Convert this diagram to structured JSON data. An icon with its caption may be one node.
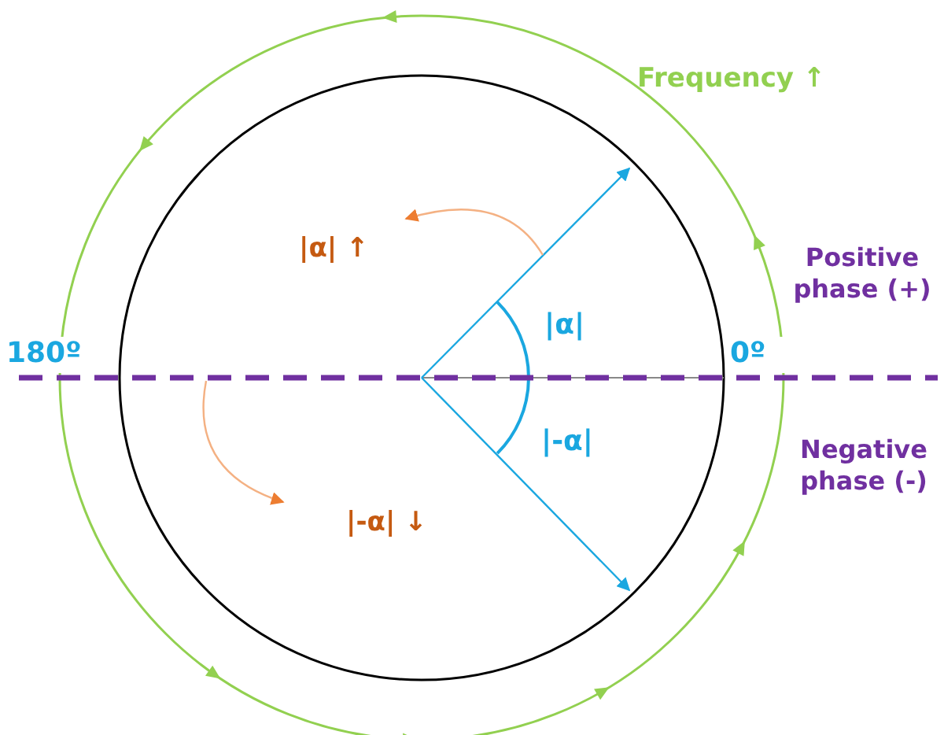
{
  "diagram": {
    "labels": [
      "Frequency ↑",
      "|α| ↑",
      "Positive phase (+)",
      "180º",
      "|α|",
      "0º",
      "|-α|",
      "Negative phase (-)",
      "|-α| ↓"
    ]
  }
}
